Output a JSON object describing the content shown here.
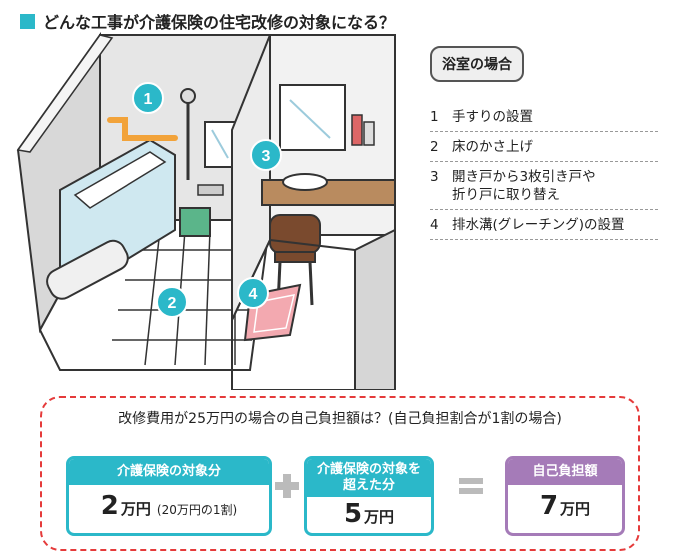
{
  "title": "どんな工事が介護保険の住宅改修の対象になる？",
  "room_label": "浴室の場合",
  "items": [
    {
      "num": "1",
      "text": "手すりの設置"
    },
    {
      "num": "2",
      "text": "床のかさ上げ"
    },
    {
      "num": "3",
      "text": "開き戸から3枚引き戸や\n折り戸に取り替え"
    },
    {
      "num": "4",
      "text": "排水溝(グレーチング)の設置"
    }
  ],
  "markers": [
    "1",
    "2",
    "3",
    "4"
  ],
  "cost": {
    "question": "改修費用が25万円の場合の自己負担額は？(自己負担割合が1割の場合)",
    "covered": {
      "label": "介護保険の対象分",
      "amount": "2",
      "unit": "万円",
      "note": "(20万円の1割)"
    },
    "excess": {
      "label": "介護保険の対象を\n超えた分",
      "amount": "5",
      "unit": "万円"
    },
    "total": {
      "label": "自己負担額",
      "amount": "7",
      "unit": "万円"
    }
  },
  "colors": {
    "accent": "#2bb8c9",
    "total": "#a57bb8",
    "border": "#e53b3b",
    "tile": "#2bb8c9",
    "mat": "#f3a9b0",
    "stool": "#5bb58a",
    "chair": "#7a4a2e"
  }
}
